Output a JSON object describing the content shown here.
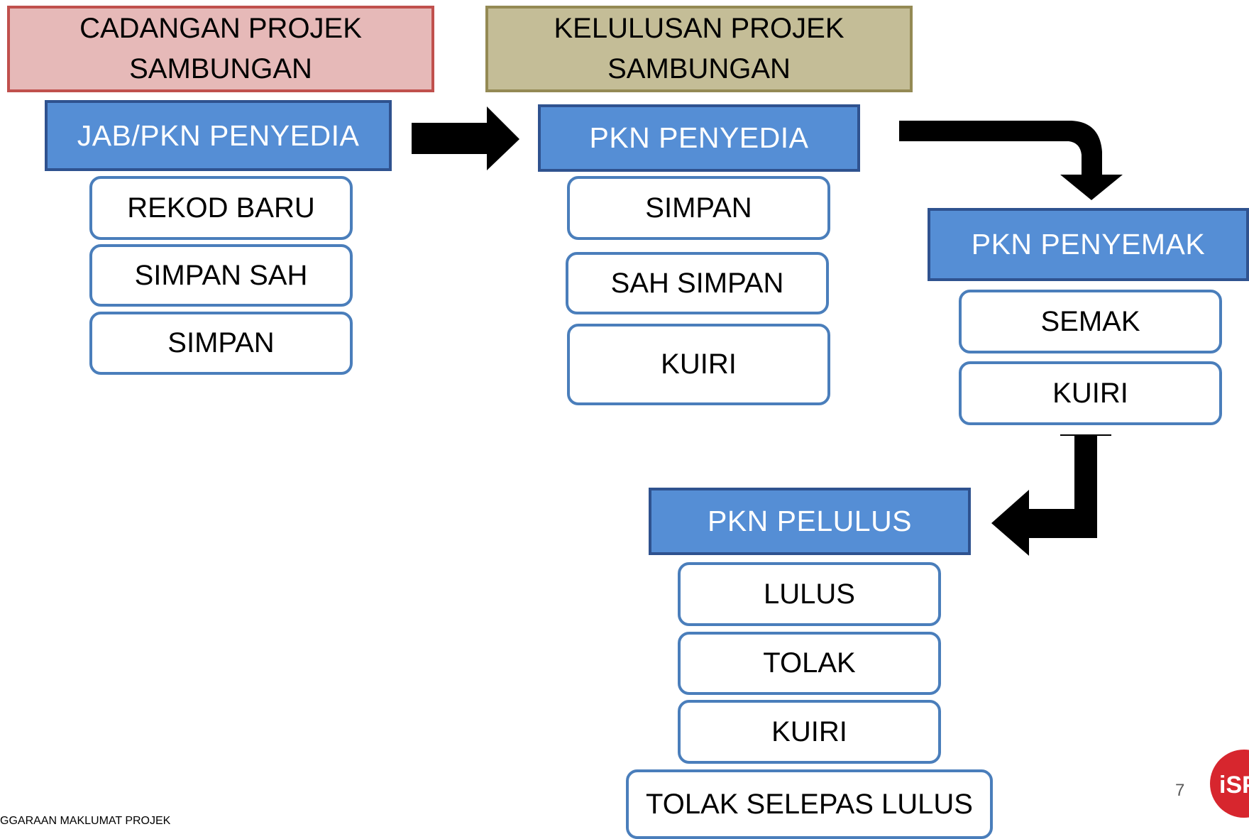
{
  "headers": {
    "cadangan": [
      "CADANGAN PROJEK",
      "SAMBUNGAN"
    ],
    "kelulusan": [
      "KELULUSAN PROJEK",
      "SAMBUNGAN"
    ]
  },
  "roles": {
    "jab_pkn_penyedia": "JAB/PKN PENYEDIA",
    "pkn_penyedia": "PKN PENYEDIA",
    "pkn_penyemak": "PKN PENYEMAK",
    "pkn_pelulus": "PKN PELULUS"
  },
  "actions": {
    "jab_pkn_penyedia": [
      "REKOD BARU",
      "SIMPAN SAH",
      "SIMPAN"
    ],
    "pkn_penyedia": [
      "SIMPAN",
      "SAH SIMPAN",
      "KUIRI"
    ],
    "pkn_penyemak": [
      "SEMAK",
      "KUIRI"
    ],
    "pkn_pelulus": [
      "LULUS",
      "TOLAK",
      "KUIRI",
      "TOLAK SELEPAS LULUS"
    ]
  },
  "footer": {
    "text": "GGARAAN MAKLUMAT PROJEK",
    "page_number": "7",
    "logo_text": "iSP"
  },
  "colors": {
    "red_fill": "#e6b9b8",
    "red_border": "#c0504d",
    "olive_fill": "#c4bd97",
    "olive_border": "#948a54",
    "role_fill": "#558ed5",
    "role_border": "#2f528f",
    "action_border": "#4a7ebb",
    "logo_red": "#d7262e"
  }
}
